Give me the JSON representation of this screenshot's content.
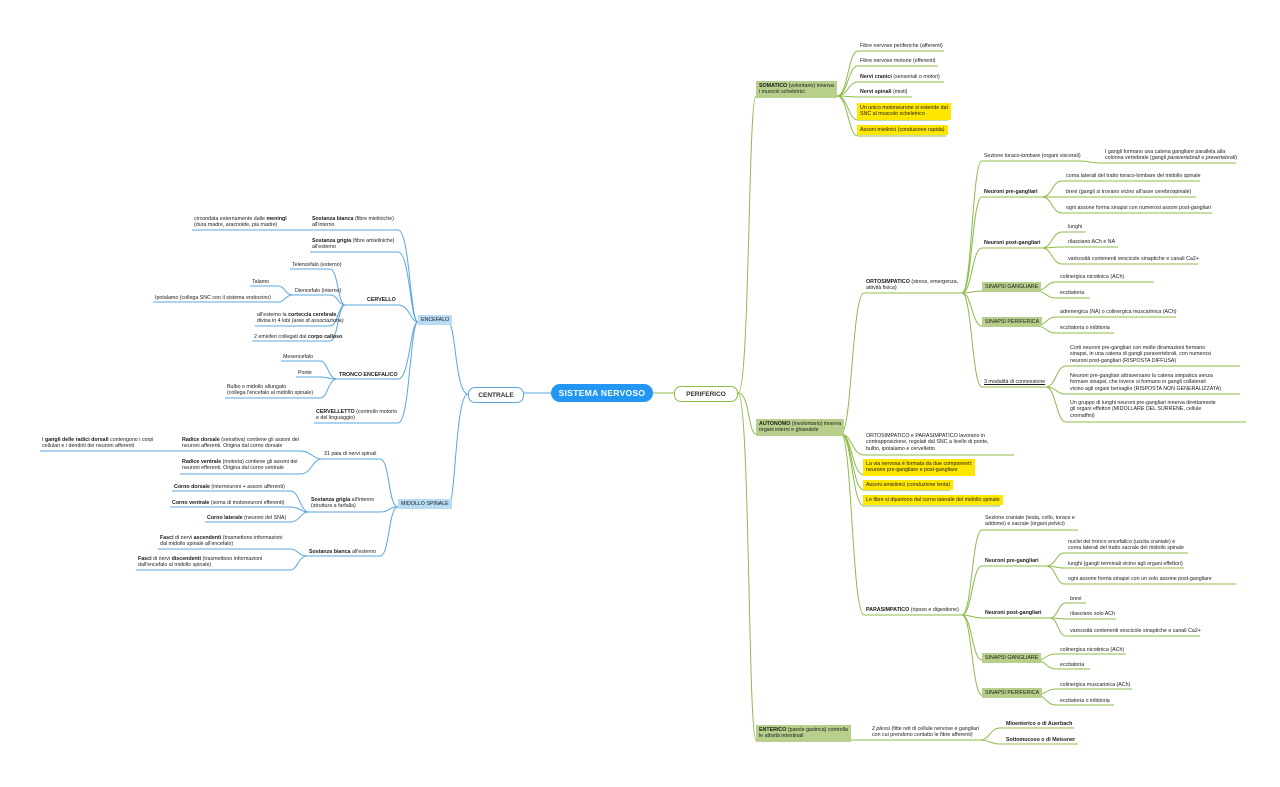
{
  "center": "SISTEMA NERVOSO",
  "centrale": {
    "label": "CENTRALE",
    "encefalo": {
      "label": "ENCEFALO",
      "sostanza_bianca": {
        "title": "Sostanza bianca",
        "rest": "(fibre mieliniche)",
        "line2": "all'interno"
      },
      "meningi": {
        "pre": "circondata esternamente dalle",
        "bold": "meningi",
        "line2": "(dura madre, aracnoide, pia madre)"
      },
      "sostanza_grigia": {
        "title": "Sostanza grigia",
        "rest": "(fibre amieliniche)",
        "line2": "all'esterno"
      },
      "cervello": {
        "label": "CERVELLO",
        "telencefalo": "Telencefalo (esterno)",
        "diencefalo": "Diencefalo (interno)",
        "talamo": "Talamo",
        "ipotalamo": "Ipotalamo (collega SNC con il sistema endocrino)",
        "corteccia": {
          "pre": "all'esterno la",
          "bold": "corteccia cerebrale",
          "post": ",",
          "line2_pre": "divisa in 4 lobi",
          "line2_it": "(aree di associazione)"
        },
        "emisferi": {
          "pre": "2 emisferi collegati dal",
          "bold": "corpo calloso"
        }
      },
      "tronco": {
        "label": "TRONCO ENCEFALICO",
        "mesencefalo": "Mesencefalo",
        "ponte": "Ponte",
        "bulbo": {
          "line1": "Bulbo o midollo allungato",
          "line2": "(collega l'encefalo al midollo spinale)"
        }
      },
      "cervelletto": {
        "title": "CERVELLETTO",
        "rest": "(controllo motorio",
        "line2": "e del linguaggio)"
      }
    },
    "midollo": {
      "label": "MIDOLLO SPINALE",
      "paia": "31 paia di nervi spinali",
      "radice_dorsale": {
        "title": "Radice dorsale",
        "rest": "(sensitiva) contiene gli assoni dei",
        "line2": "neuroni afferenti. Origina dal corno dorsale"
      },
      "gangli": {
        "pre": "I",
        "bold": "gangli delle radici dorsali",
        "rest": "contengono i corpi",
        "line2": "cellulari e i dendriti dei neuroni afferenti"
      },
      "radice_ventrale": {
        "title": "Radice ventrale",
        "rest": "(motoria) contiene gli assoni dei",
        "line2": "neuroni efferenti. Origina dal corno ventrale"
      },
      "sostanza_grigia": {
        "title": "Sostanza grigia",
        "rest": "all'interno",
        "line2": "(struttura a farfalla)"
      },
      "corno_dorsale": {
        "title": "Corno dorsale",
        "rest": "(interneuroni + assoni afferenti)"
      },
      "corno_ventrale": {
        "title": "Corno ventrale",
        "rest": "(soma di motoneuroni efferenti)"
      },
      "corno_laterale": {
        "title": "Corno laterale",
        "rest": "(neuroni del SNA)"
      },
      "sostanza_bianca": {
        "title": "Sostanza bianca",
        "rest": "all'esterno"
      },
      "ascendenti": {
        "pre": "Fasci",
        "mid": "di nervi",
        "bold": "ascendenti",
        "rest": "(trasmettono informazioni",
        "line2": "dal midollo spinale all'encefalo)"
      },
      "discendenti": {
        "pre": "Fasci",
        "mid": "di nervi",
        "bold": "discendenti",
        "rest": "(trasmettono informazioni",
        "line2": "dall'encefalo al midollo spinale)"
      }
    }
  },
  "periferico": {
    "label": "PERIFERICO",
    "somatico": {
      "title": "SOMATICO",
      "rest": "(volontario) innerva",
      "line2": "i muscoli scheletrici",
      "items": {
        "fibre_aff": "Fibre nervose periferiche (afferenti)",
        "fibre_eff": "Fibre nervose motorie (efferenti)",
        "cranici": {
          "bold": "Nervi cranici",
          "rest": "(sensoriali o motori)"
        },
        "spinali": {
          "bold": "Nervi spinali",
          "rest": "(misti)"
        },
        "motoneurone": {
          "line1": "Un unico motoneurone si estende dal",
          "line2": "SNC al muscolo scheletrico"
        },
        "assoni": "Assoni mielinici (conduzione rapida)"
      }
    },
    "autonomo": {
      "title": "AUTONOMO",
      "rest": "(involontario) innerva",
      "line2": "organi interni e ghiandole",
      "orto": {
        "title": "ORTOSIMPATICO",
        "rest": "(stress, emergenza,",
        "line2": "attività fisica)",
        "sezione": {
          "pre": "Sezione",
          "it": "toraco-lombare",
          "rest": "(organi viscerali)"
        },
        "catena": {
          "line1": "I gangli formano una catena gangliare parallela alla",
          "line2_pre": "colonna vertebrale (gangli",
          "line2_it": "paravertebrali",
          "line2_mid": "e",
          "line2_it2": "prevertebrali",
          "line2_end": ")"
        },
        "pre": {
          "label": "Neuroni pre-gangliari",
          "corna": "corna laterali del tratto toraco-lombare del midollo spinale",
          "brevi": "brevi (gangli si trovano vicino all'asse cerebrospinale)",
          "ogni": "ogni assone forma sinapsi con numerosi assoni post-gangliari"
        },
        "post": {
          "label": "Neuroni post-gangliari",
          "lunghi": "lunghi",
          "rilasciano": "rilasciano ACh e NA",
          "varicosita": "varicosità contenenti vescicole sinaptiche e canali Ca2+"
        },
        "sin_gang": {
          "label": "SINAPSI GANGLIARE",
          "a": "colinergica nicotinica (ACh)",
          "b": "eccitatoria"
        },
        "sin_perif": {
          "label": "SINAPSI PERIFERICA",
          "a": "adrenergica (NA) o colinergica muscarinica (ACh)",
          "b": "eccitatoria o inibitoria"
        },
        "modalita": {
          "label": "3 modalità di connessione",
          "m1": {
            "line1": "Corti neuroni pre-gangliari con molte diramazioni formano",
            "line2": "sinapsi, in una catena di gangli paravertebrali, con numerosi",
            "line3": "neuroni post-gangliari (RISPOSTA DIFFUSA)"
          },
          "m2": {
            "line1": "Neuroni pre-gangliari attraversano la catena simpatica senza",
            "line2": "formare sinapsi, che invece si formano in gangli collaterali",
            "line3": "vicino agli organi bersaglio (RISPOSTA NON GENERALIZZATA)"
          },
          "m3": {
            "line1": "Un gruppo di lunghi neuroni pre-gangliari innerva direttamente",
            "line2": "gli organi effettori (MIDOLLARE DEL SURRENE, cellule",
            "line3": "cromaffini)"
          }
        }
      },
      "info": {
        "line1": "ORTOSIMPATICO e PARASIMPATICO lavorano in",
        "line2": "contrapposizione, regolati dal SNC a livello di ponte,",
        "line3": "bulbo, ipotalamo e cervelletto"
      },
      "via": {
        "line1": "La via nervosa è formata da due componenti:",
        "line2": "neurone pre-gangliare e post-gangliare"
      },
      "amielinici": "Assoni amielinici (conduzione lenta)",
      "dipartono": "Le fibre si dipartono dal corno laterale del midollo spinale",
      "para": {
        "title": "PARASIMPATICO",
        "rest": "(riposo e digestione)",
        "sezione": {
          "line1": "Sezione craniale (testa, collo, torace e",
          "line2": "addome) e sacrale (organi pelvici)"
        },
        "pre": {
          "label": "Neuroni pre-gangliari",
          "nuclei": {
            "line1": "nuclei del tronco encefalico (uscita craniale) e",
            "line2": "corna laterali del tratto sacrale del midollo spinale"
          },
          "lunghi": "lunghi (gangli terminali vicino agli organi effettori)",
          "ogni": "ogni assone forma sinapsi con un solo assone post-gangliare"
        },
        "post": {
          "label": "Neuroni post-gangliari",
          "brevi": "brevi",
          "rilasciano": "rilasciano solo ACh",
          "varicosita": "varicosità contenenti vescicole sinaptiche e canali Ca2+"
        },
        "sin_gang": {
          "label": "SINAPSI GANGLIARE",
          "a": "colinergica nicotinica (ACh)",
          "b": "eccitatoria"
        },
        "sin_perif": {
          "label": "SINAPSI PERIFERICA",
          "a": "colinergica muscarinica (ACh)",
          "b": "eccitatoria o inibitoria"
        }
      }
    },
    "enterico": {
      "title": "ENTERICO",
      "rest": "(parete gastrica) controlla",
      "line2": "le attività intestinali",
      "plessi": {
        "it": "2 plessi",
        "rest": "(fitte reti di cellule nervose e gangliari",
        "line2": "con cui prendono contatto le fibre afferenti)"
      },
      "mienterico": "Mioenterico o di Auerbach",
      "sottomucoso": "Sottomucoso o di Meissner"
    }
  },
  "colors": {
    "left_branch": "#5aa7e0",
    "right_branch": "#8dbb4a",
    "center": "#2196f3",
    "highlight": "#ffe600",
    "green_tag": "#b7cf8b",
    "blue_tag": "#b9dcf5"
  }
}
